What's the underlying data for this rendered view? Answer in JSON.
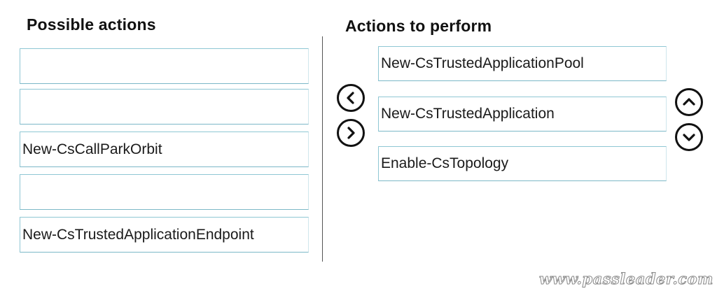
{
  "left_panel": {
    "title": "Possible actions",
    "items": [
      {
        "label": ""
      },
      {
        "label": ""
      },
      {
        "label": "New-CsCallParkOrbit"
      },
      {
        "label": ""
      },
      {
        "label": "New-CsTrustedApplicationEndpoint"
      }
    ]
  },
  "right_panel": {
    "title": "Actions to perform",
    "items": [
      {
        "label": "New-CsTrustedApplicationPool"
      },
      {
        "label": "New-CsTrustedApplication"
      },
      {
        "label": "Enable-CsTopology"
      }
    ]
  },
  "controls": {
    "move_left_icon": "chevron-left-icon",
    "move_right_icon": "chevron-right-icon",
    "move_up_icon": "chevron-up-icon",
    "move_down_icon": "chevron-down-icon"
  },
  "watermark": "www.passleader.com"
}
